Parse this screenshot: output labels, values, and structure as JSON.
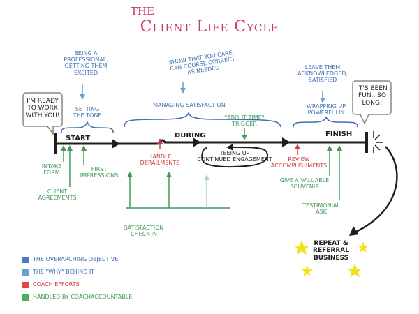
{
  "title": {
    "line1": "The",
    "line2": "Client Life Cycle"
  },
  "stages": {
    "start": "Start",
    "during": "During",
    "finish": "Finish"
  },
  "bubbles": {
    "ready": [
      "I'm ready",
      "to work",
      "with you!"
    ],
    "fun": [
      "It's been",
      "fun.. so",
      "long!"
    ]
  },
  "objectives": {
    "setting_tone": [
      "Setting",
      "the tone"
    ],
    "managing": "Managing Satisfaction",
    "wrapping": [
      "Wrapping up",
      "powerfully"
    ]
  },
  "whys": {
    "professional": [
      "Being a",
      "professional,",
      "getting them",
      "excited"
    ],
    "care": [
      "Show that you care,",
      "can course correct",
      "as needed"
    ],
    "acknowledged": [
      "Leave them",
      "acknowledged,",
      "satisfied"
    ]
  },
  "coach_efforts": {
    "derailments": [
      "Handle",
      "derailments"
    ],
    "review": [
      "Review",
      "accomplishments"
    ]
  },
  "handled": {
    "intake": [
      "Intake",
      "form"
    ],
    "agreements": [
      "Client",
      "agreements"
    ],
    "impressions": [
      "First",
      "impressions"
    ],
    "trigger": [
      "\"About time\"",
      "trigger"
    ],
    "teeing": [
      "Teeing up",
      "continued engagement"
    ],
    "souvenir": [
      "Give a valuable",
      "souvenir"
    ],
    "testimonial": [
      "Testimonial",
      "ask"
    ],
    "checkin": [
      "Satisfaction",
      "check-in"
    ]
  },
  "repeat": [
    "Repeat &",
    "Referral",
    "business"
  ],
  "legend": [
    {
      "label": "The overarching objective",
      "color": "#4a78c2"
    },
    {
      "label": "The \"why\" behind it",
      "color": "#6a9fd8"
    },
    {
      "label": "Coach efforts",
      "color": "#e0483e"
    },
    {
      "label": "Handled by CoachAccountable",
      "color": "#4faa62"
    }
  ],
  "colors": {
    "title": "#c8326e",
    "objective": "#3f6fb7",
    "coach": "#d23a3a",
    "handled": "#3f9a58",
    "ink": "#1e1e1e",
    "star": "#f2e21a"
  }
}
